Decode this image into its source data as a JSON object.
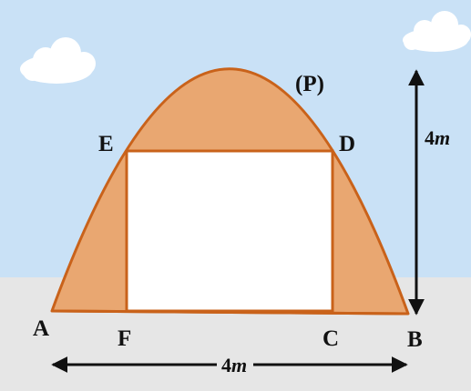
{
  "figure": {
    "curve_label": "(P)",
    "points": {
      "A": "A",
      "B": "B",
      "C": "C",
      "D": "D",
      "E": "E",
      "F": "F"
    },
    "width_dimension": {
      "value": "4",
      "unit": "m"
    },
    "height_dimension": {
      "value": "4",
      "unit": "m"
    }
  },
  "colors": {
    "sky": "#c9e1f6",
    "ground": "#e6e6e6",
    "parabola_fill": "#e9a771",
    "outline": "#c9621a",
    "rectangle_fill": "#ffffff",
    "cloud": "#ffffff",
    "arrow": "#111111"
  }
}
